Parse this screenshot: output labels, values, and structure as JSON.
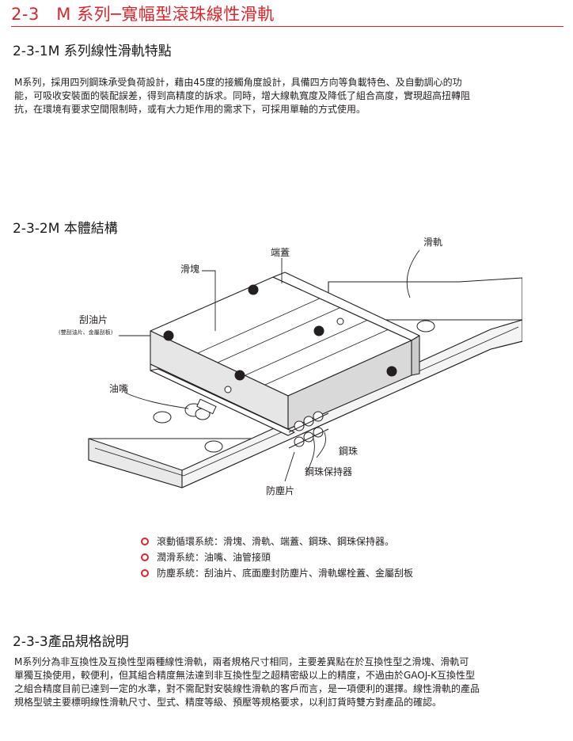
{
  "page": {
    "title": "2-3　M 系列─寬幅型滾珠線性滑軌"
  },
  "section1": {
    "heading": "2-3-1M 系列線性滑軌特點",
    "lines": [
      "M系列，採用四列鋼珠承受負荷設計，藉由45度的接觸角度設計，具備四方向等負載特色、及自動調心的功",
      "能，可吸收安裝面的裝配誤差，得到高精度的訴求。同時，增大線軌寬度及降低了組合高度，實現超高扭轉阻",
      "抗，在環境有要求空間限制時，或有大力矩作用的需求下，可採用單軸的方式使用。"
    ]
  },
  "section2": {
    "heading": "2-3-2M 本體結構",
    "labels": {
      "rail": "滑軌",
      "end_cap": "端蓋",
      "block": "滑塊",
      "scraper": "刮油片",
      "scraper_note": "(雙刮油片、金屬刮板)",
      "grease_nipple": "油嘴",
      "ball": "鋼珠",
      "retainer": "鋼珠保持器",
      "seal": "防塵片"
    },
    "bullets": [
      "滾動循環系統：滑塊、滑軌、端蓋、鋼珠、鋼珠保持器。",
      "潤滑系統：油嘴、油管接頭",
      "防塵系統：刮油片、底面塵封防塵片、滑軌螺栓蓋、金屬刮板"
    ]
  },
  "section3": {
    "heading": "2-3-3產品規格說明",
    "lines": [
      "M系列分為非互換性及互換性型兩種線性滑軌，兩者規格尺寸相同，主要差異點在於互換性型之滑塊、滑軌可",
      "單獨互換使用，較便利，但其組合精度無法達到非互換性型之超精密級以上的精度，不過由於GAOJ-K互換性型",
      "之組合精度目前已達到一定的水準，對不需配對安裝線性滑軌的客戶而言，是一項便利的選擇。線性滑軌的產品",
      "規格型號主要標明線性滑軌尺寸、型式、精度等級、預壓等規格要求，以利訂貨時雙方對產品的確認。"
    ]
  },
  "colors": {
    "accent": "#d9262c",
    "text": "#231f20"
  }
}
